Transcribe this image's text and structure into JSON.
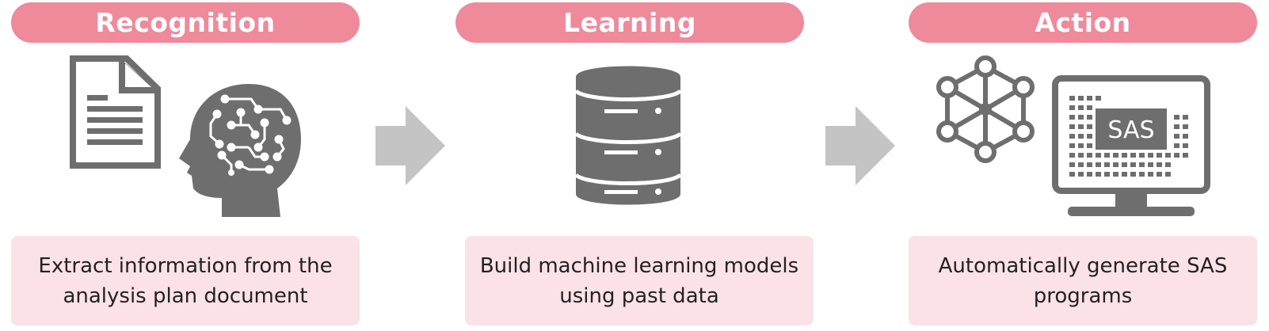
{
  "colors": {
    "header_bg": "#ef8a9b",
    "desc_bg": "#fbe2e6",
    "icon": "#6e6e6e",
    "arrow": "#c4c4c4"
  },
  "steps": [
    {
      "title": "Recognition",
      "description": "Extract information from the analysis plan document",
      "icons": [
        "document-icon",
        "brain-head-icon"
      ]
    },
    {
      "title": "Learning",
      "description": "Build machine learning models using past data",
      "icons": [
        "database-icon"
      ]
    },
    {
      "title": "Action",
      "description": "Automatically generate SAS programs",
      "icons": [
        "network-icon",
        "monitor-icon"
      ],
      "monitor_label": "SAS"
    }
  ]
}
